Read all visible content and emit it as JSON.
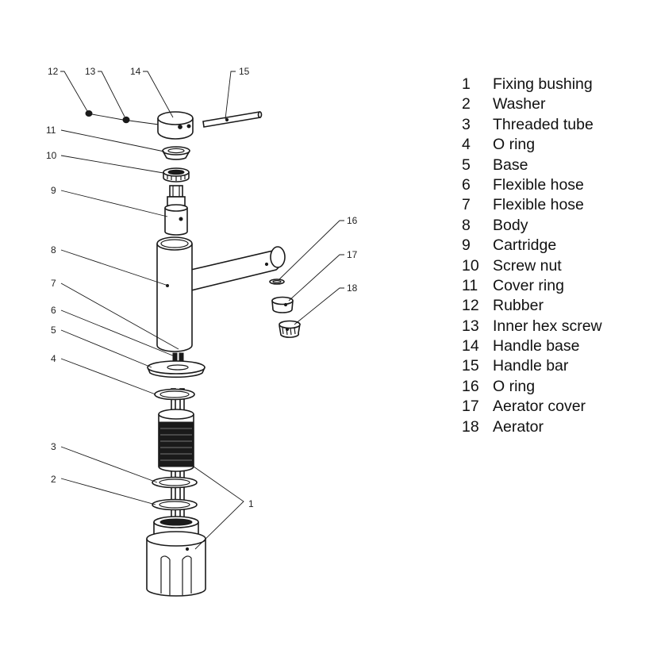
{
  "callouts": [
    "1",
    "2",
    "3",
    "4",
    "5",
    "6",
    "7",
    "8",
    "9",
    "10",
    "11",
    "12",
    "13",
    "14",
    "15",
    "16",
    "17",
    "18"
  ],
  "legend": [
    {
      "num": "1",
      "name": "Fixing bushing"
    },
    {
      "num": "2",
      "name": "Washer"
    },
    {
      "num": "3",
      "name": "Threaded tube"
    },
    {
      "num": "4",
      "name": "O ring"
    },
    {
      "num": "5",
      "name": "Base"
    },
    {
      "num": "6",
      "name": "Flexible hose"
    },
    {
      "num": "7",
      "name": "Flexible hose"
    },
    {
      "num": "8",
      "name": "Body"
    },
    {
      "num": "9",
      "name": "Cartridge"
    },
    {
      "num": "10",
      "name": "Screw nut"
    },
    {
      "num": "11",
      "name": "Cover ring"
    },
    {
      "num": "12",
      "name": "Rubber"
    },
    {
      "num": "13",
      "name": "Inner hex screw"
    },
    {
      "num": "14",
      "name": "Handle base"
    },
    {
      "num": "15",
      "name": "Handle bar"
    },
    {
      "num": "16",
      "name": "O ring"
    },
    {
      "num": "17",
      "name": "Aerator cover"
    },
    {
      "num": "18",
      "name": "Aerator"
    }
  ]
}
